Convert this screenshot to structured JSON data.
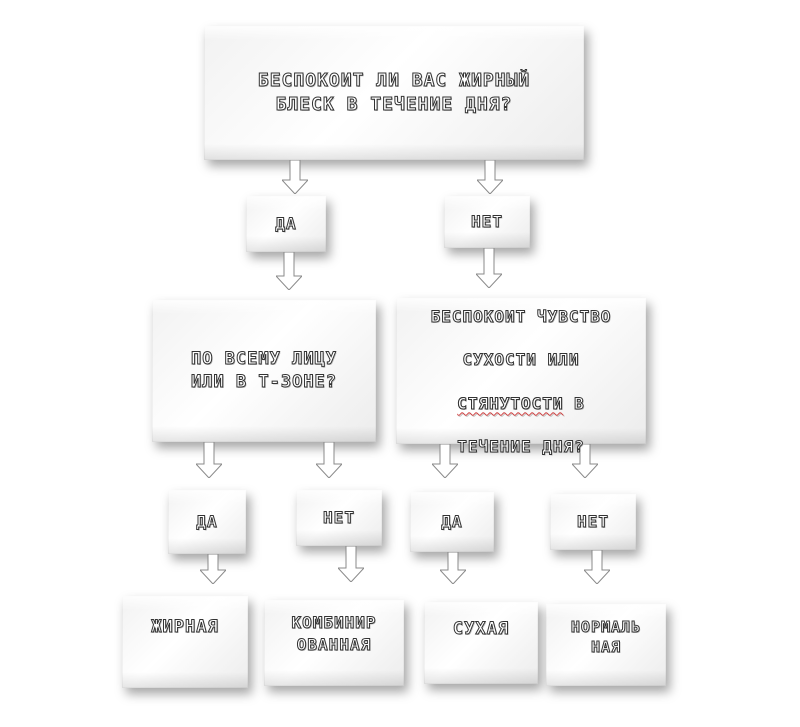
{
  "nodes": {
    "q_oily": {
      "text": "БЕСПОКОИТ ЛИ ВАС ЖИРНЫЙ\nБЛЕСК В ТЕЧЕНИЕ ДНЯ?"
    },
    "yes_1": {
      "text": "ДА"
    },
    "no_1": {
      "text": "НЕТ"
    },
    "q_zone": {
      "text": "ПО ВСЕМУ ЛИЦУ\nИЛИ В Т-ЗОНЕ?"
    },
    "q_dry": {
      "line1": "БЕСПОКОИТ ЧУВСТВО",
      "line2": "СУХОСТИ ИЛИ",
      "line3_underlined": "СТЯНУТОСТИ",
      "line3_rest": " В",
      "line4": "ТЕЧЕНИЕ ДНЯ?"
    },
    "yes_2": {
      "text": "ДА"
    },
    "no_2": {
      "text": "НЕТ"
    },
    "yes_3": {
      "text": "ДА"
    },
    "no_3": {
      "text": "НЕТ"
    },
    "res_oily": {
      "text": "ЖИРНАЯ"
    },
    "res_combo": {
      "text": "КОМБИНИР\nОВАННАЯ"
    },
    "res_dry": {
      "text": "СУХАЯ"
    },
    "res_normal": {
      "text": "НОРМАЛЬ\nНАЯ"
    }
  }
}
